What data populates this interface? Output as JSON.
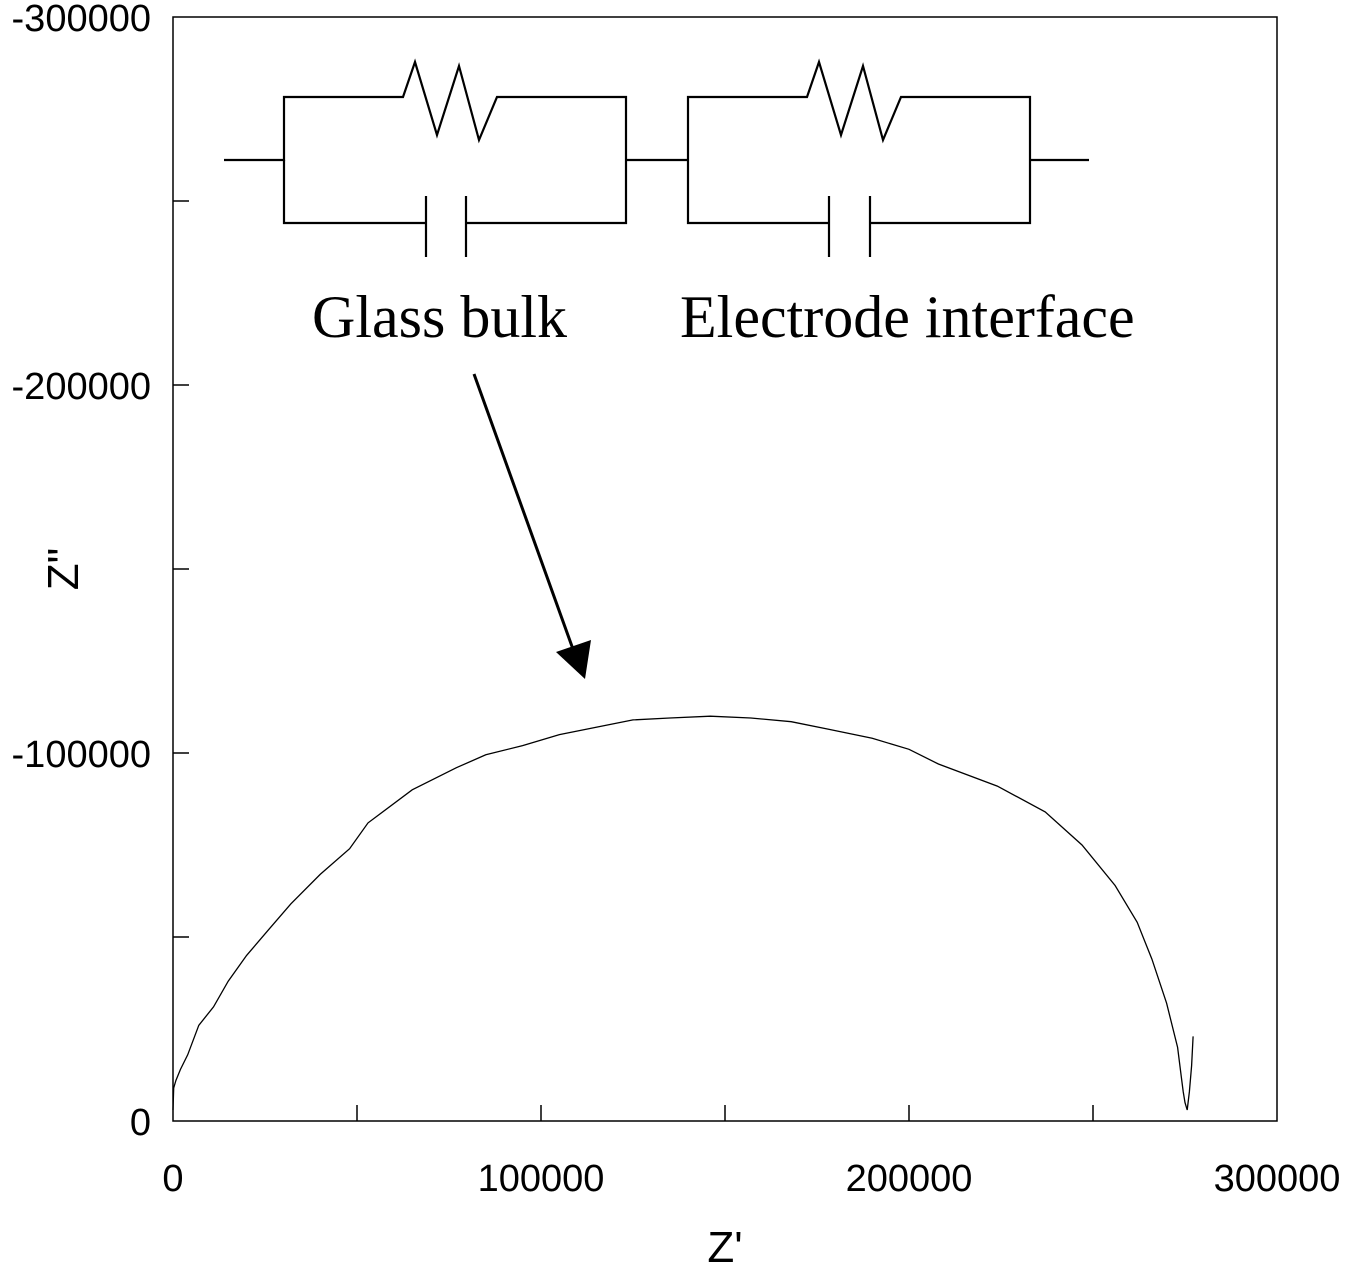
{
  "chart_data": {
    "type": "line",
    "title": "",
    "xlabel": "Z'",
    "ylabel": "Z\"",
    "xlim": [
      0,
      300000
    ],
    "ylim": [
      0,
      -300000
    ],
    "y_axis_inverted": true,
    "x_ticks": [
      0,
      100000,
      200000,
      300000
    ],
    "x_tick_labels": [
      "0",
      "100000",
      "200000",
      "300000"
    ],
    "x_minor_ticks": [
      50000,
      150000,
      250000
    ],
    "y_ticks": [
      0,
      -100000,
      -200000,
      -300000
    ],
    "y_tick_labels": [
      "0",
      "-100000",
      "-200000",
      "-300000"
    ],
    "y_minor_ticks": [
      -50000,
      -150000,
      -250000
    ],
    "grid": false,
    "legend": "none",
    "series": [
      {
        "x": [
          0,
          200,
          800,
          2000,
          4000,
          7000,
          11000,
          15000,
          20000,
          26000,
          32000,
          40000,
          48000,
          53000,
          65000,
          77000,
          85000,
          95000,
          105000,
          115000,
          125000,
          135000,
          146000,
          157000,
          168000,
          178000,
          190000,
          200000,
          208000,
          224000,
          237000,
          247000,
          256000,
          262000,
          266000,
          270000,
          273000,
          274000,
          274500,
          275000,
          275600,
          276200,
          276800,
          277200
        ],
        "y": [
          -3000,
          -9000,
          -11000,
          -14000,
          -18000,
          -26000,
          -31000,
          -38000,
          -45000,
          -52000,
          -59000,
          -67000,
          -74000,
          -81000,
          -90000,
          -96000,
          -99500,
          -102000,
          -105000,
          -107000,
          -109000,
          -109500,
          -110000,
          -109500,
          -108500,
          -106500,
          -104000,
          -101000,
          -97000,
          -91000,
          -84000,
          -75000,
          -64000,
          -54000,
          -44000,
          -32000,
          -20000,
          -12000,
          -8000,
          -5000,
          -3000,
          -8000,
          -15000,
          -23000
        ]
      }
    ],
    "annotations": [
      "Glass bulk",
      "Electrode interface"
    ]
  }
}
